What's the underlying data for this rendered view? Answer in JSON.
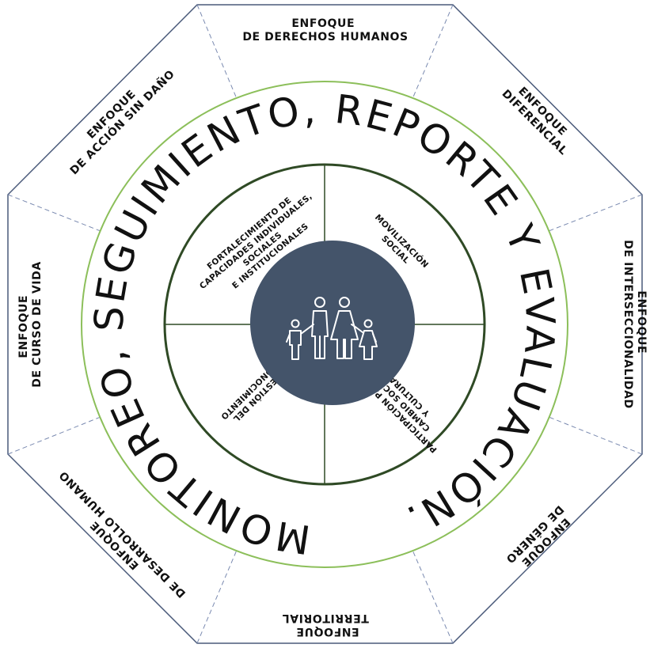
{
  "center_ring_text": "MONITOREO, SEGUIMIENTO, REPORTE Y EVALUACIÓN.",
  "center_icon": "family-icon",
  "colors": {
    "outer_border": "#4a5a7a",
    "dashed_divider": "#7a8ab0",
    "green_ring": "#8cbf5a",
    "dark_green_ring": "#2f4a25",
    "center_disc": "#44546a",
    "icon": "#ffffff"
  },
  "segments": [
    {
      "line1": "ENFOQUE",
      "line2": "DE DERECHOS HUMANOS"
    },
    {
      "line1": "ENFOQUE",
      "line2": "DIFERENCIAL"
    },
    {
      "line1": "ENFOQUE",
      "line2": "DE INTERSECCIONALIDAD"
    },
    {
      "line1": "ENFOQUE",
      "line2": "DE GÉNERO"
    },
    {
      "line1": "ENFOQUE",
      "line2": "TERRITORIAL"
    },
    {
      "line1": "ENFOQUE",
      "line2": "DE DESARROLLO HUMANO"
    },
    {
      "line1": "ENFOQUE",
      "line2": "DE CURSO DE VIDA"
    },
    {
      "line1": "ENFOQUE",
      "line2": "DE ACCIÓN SIN DAÑO"
    }
  ],
  "quadrants": [
    {
      "name": "fortalecimiento",
      "lines": [
        "FORTALECIMIENTO DE",
        "CAPACIDADES INDIVIDUALES,",
        "SOCIALES",
        "E INSTITUCIONALES"
      ]
    },
    {
      "name": "movilizacion",
      "lines": [
        "MOVILIZACIÓN",
        "SOCIAL"
      ]
    },
    {
      "name": "participacion",
      "lines": [
        "PARTICIPACIÓN PARA EL",
        "CAMBIO SOCIAL",
        "Y CULTURAL"
      ]
    },
    {
      "name": "gestion",
      "lines": [
        "GESTIÓN DEL",
        "CONOCIMIENTO"
      ]
    }
  ]
}
